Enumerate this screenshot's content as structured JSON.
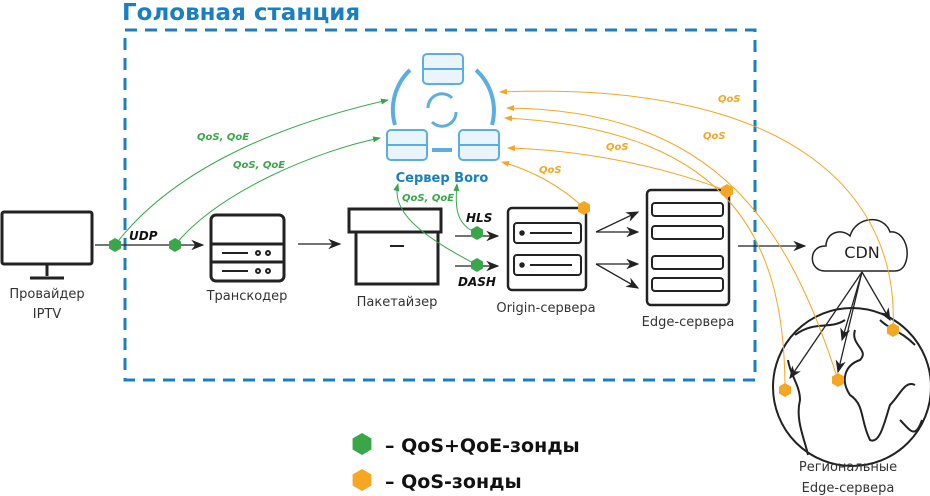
{
  "title": "Головная станция",
  "colors": {
    "accent": "#1a7fc1",
    "green": "#3aa64a",
    "orange": "#f5a623",
    "line": "#222222"
  },
  "nodes": {
    "provider": {
      "line1": "Провайдер",
      "line2": "IPTV",
      "icon": "monitor-icon"
    },
    "transcoder": {
      "label": "Транскодер",
      "icon": "transcoder-icon"
    },
    "packager": {
      "label": "Пакетайзер",
      "icon": "box-icon"
    },
    "origin": {
      "label": "Origin-сервера",
      "icon": "server-icon"
    },
    "edge": {
      "label": "Edge-сервера",
      "icon": "server-rack-icon"
    },
    "cdn": {
      "label": "CDN",
      "icon": "cloud-icon"
    },
    "regional": {
      "line1": "Региональные",
      "line2": "Edge-сервера",
      "icon": "globe-icon"
    },
    "boro": {
      "label": "Сервер Boro",
      "icon": "server-cluster-icon"
    }
  },
  "protocols": {
    "udp": "UDP",
    "hls": "HLS",
    "dash": "DASH"
  },
  "flow_labels": {
    "qos_qoe_1": "QoS, QoE",
    "qos_qoe_2": "QoS, QoE",
    "qos_qoe_3": "QoS, QoE",
    "qos_1": "QoS",
    "qos_2": "QoS",
    "qos_3": "QoS",
    "qos_4": "QoS"
  },
  "legend": [
    {
      "label": "– QoS+QoE-зонды",
      "color": "#3aa64a"
    },
    {
      "label": "– QoS-зонды",
      "color": "#f5a623"
    }
  ]
}
